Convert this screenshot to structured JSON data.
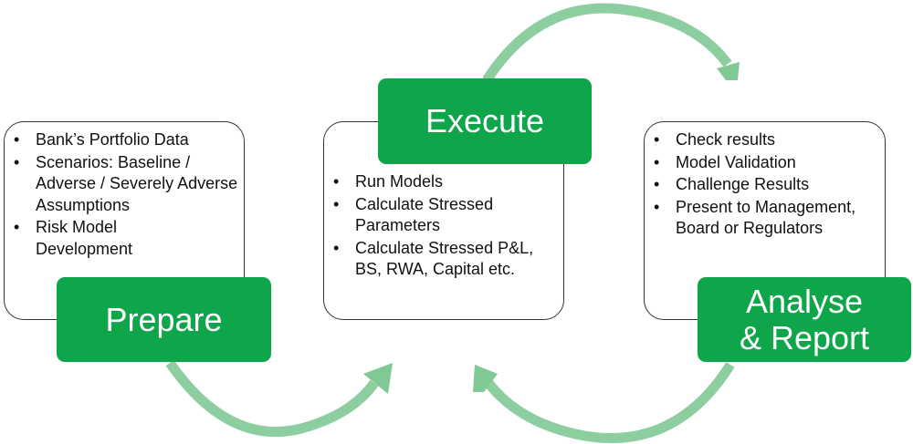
{
  "stages": [
    {
      "title": "Prepare",
      "items": [
        "Bank’s Portfolio Data",
        "Scenarios: Baseline / Adverse / Severely Adverse Assumptions",
        "Risk Model Development"
      ]
    },
    {
      "title": "Execute",
      "items": [
        "Run Models",
        "Calculate Stressed Parameters",
        "Calculate Stressed P&L, BS, RWA, Capital etc."
      ]
    },
    {
      "title": "Analyse & Report",
      "items": [
        "Check results",
        "Model Validation",
        "Challenge Results",
        "Present to Management, Board or Regulators"
      ]
    }
  ],
  "bullet": "•",
  "colors": {
    "stage": "#0fa54a",
    "arrow": "#80c995",
    "border": "#333333"
  }
}
